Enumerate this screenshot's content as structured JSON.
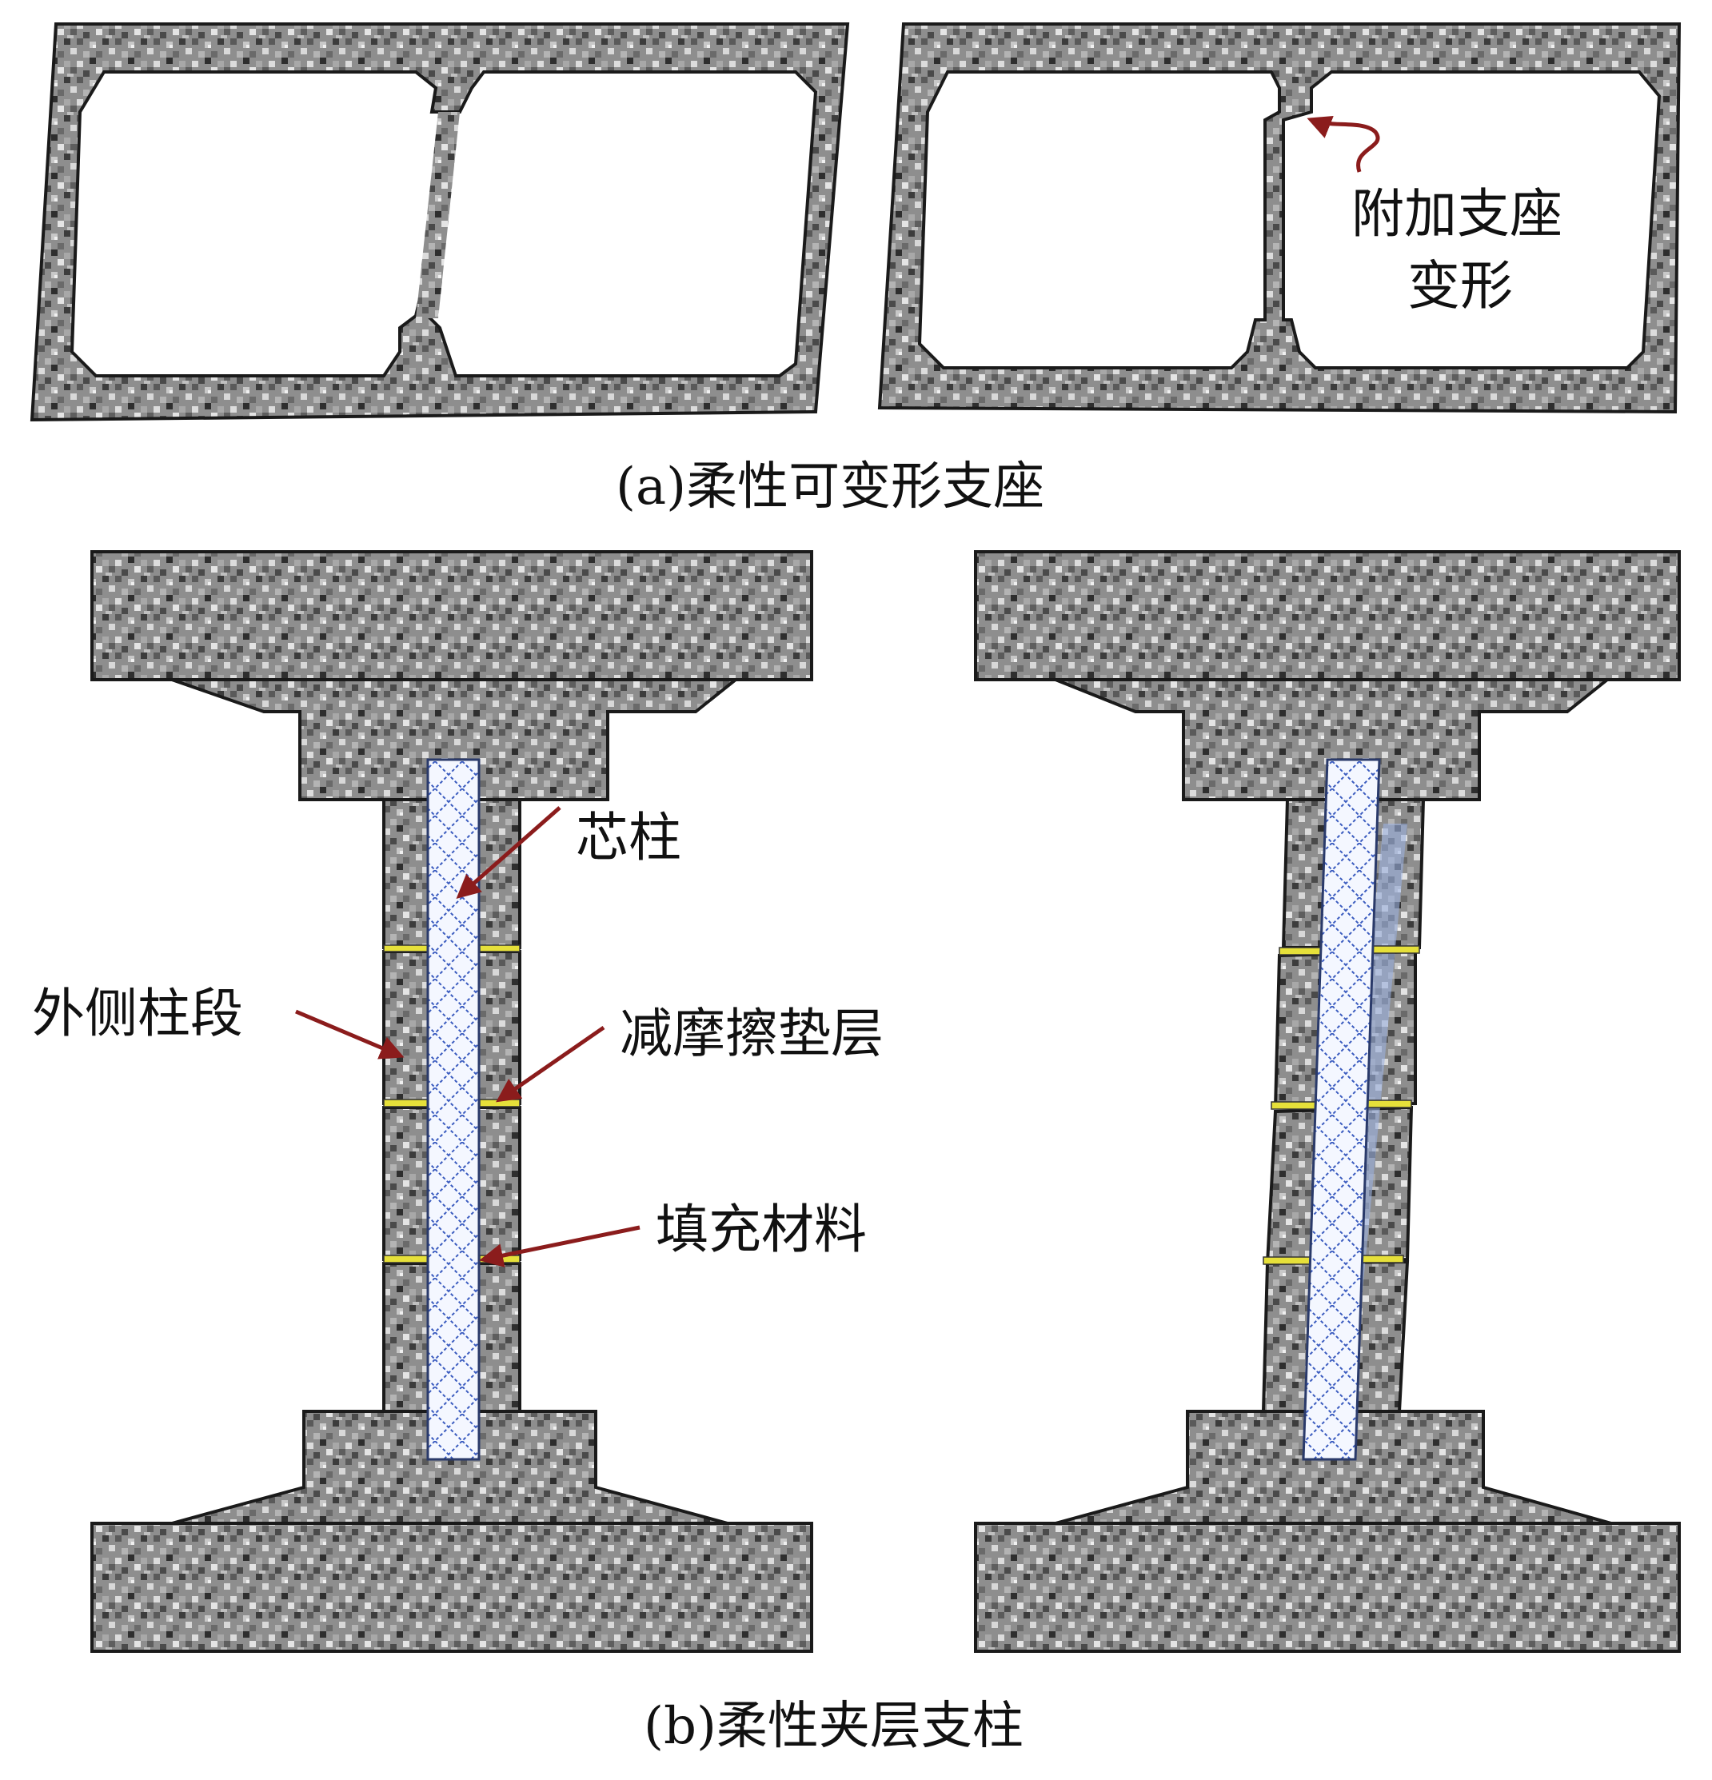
{
  "figure": {
    "panel_a": {
      "caption": "(a)柔性可变形支座",
      "annotation_line1": "附加支座",
      "annotation_line2": "变形"
    },
    "panel_b": {
      "caption": "(b)柔性夹层支柱",
      "label_core": "芯柱",
      "label_outer_segment": "外侧柱段",
      "label_friction_pad": "减摩擦垫层",
      "label_filler": "填充材料"
    }
  },
  "colors": {
    "concrete_base": "#8c8c8c",
    "outline": "#1a1a1a",
    "arrow": "#8b1c1c",
    "core_mesh": "#3a5bbf",
    "pad": "#e6e03a"
  }
}
